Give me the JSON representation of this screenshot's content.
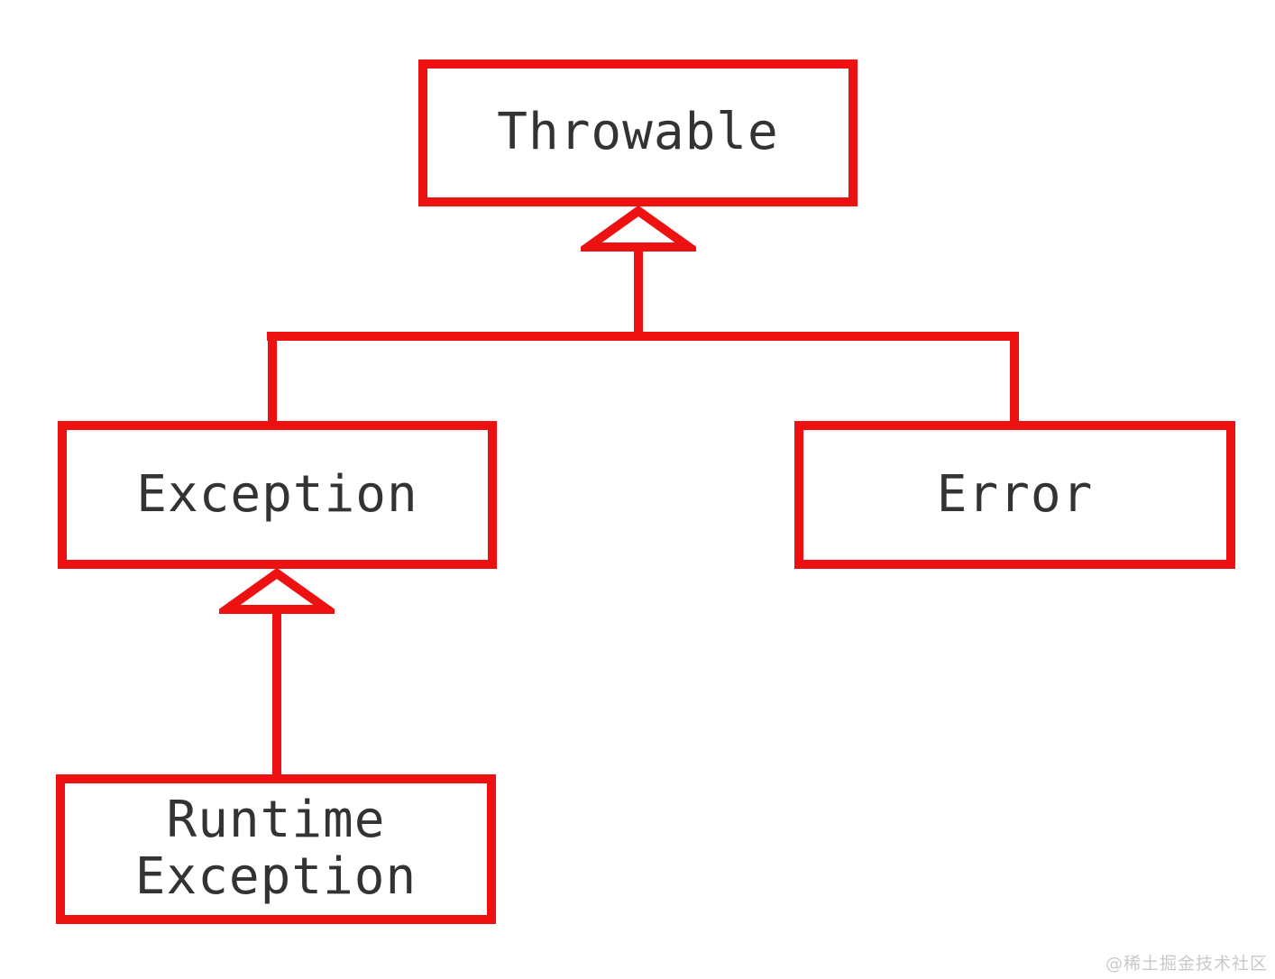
{
  "diagram": {
    "type": "class-hierarchy",
    "nodes": {
      "throwable": {
        "label": "Throwable"
      },
      "exception": {
        "label": "Exception"
      },
      "error": {
        "label": "Error"
      },
      "runtime_exception": {
        "label": "Runtime\nException"
      }
    },
    "edges": [
      {
        "from": "Exception",
        "to": "Throwable",
        "type": "inheritance"
      },
      {
        "from": "Error",
        "to": "Throwable",
        "type": "inheritance"
      },
      {
        "from": "RuntimeException",
        "to": "Exception",
        "type": "inheritance"
      }
    ]
  },
  "watermark": {
    "text": "@稀土掘金技术社区"
  },
  "colors": {
    "accent": "#ee1111",
    "node_text": "#333333",
    "background": "#ffffff",
    "watermark": "#c9c9c9"
  }
}
